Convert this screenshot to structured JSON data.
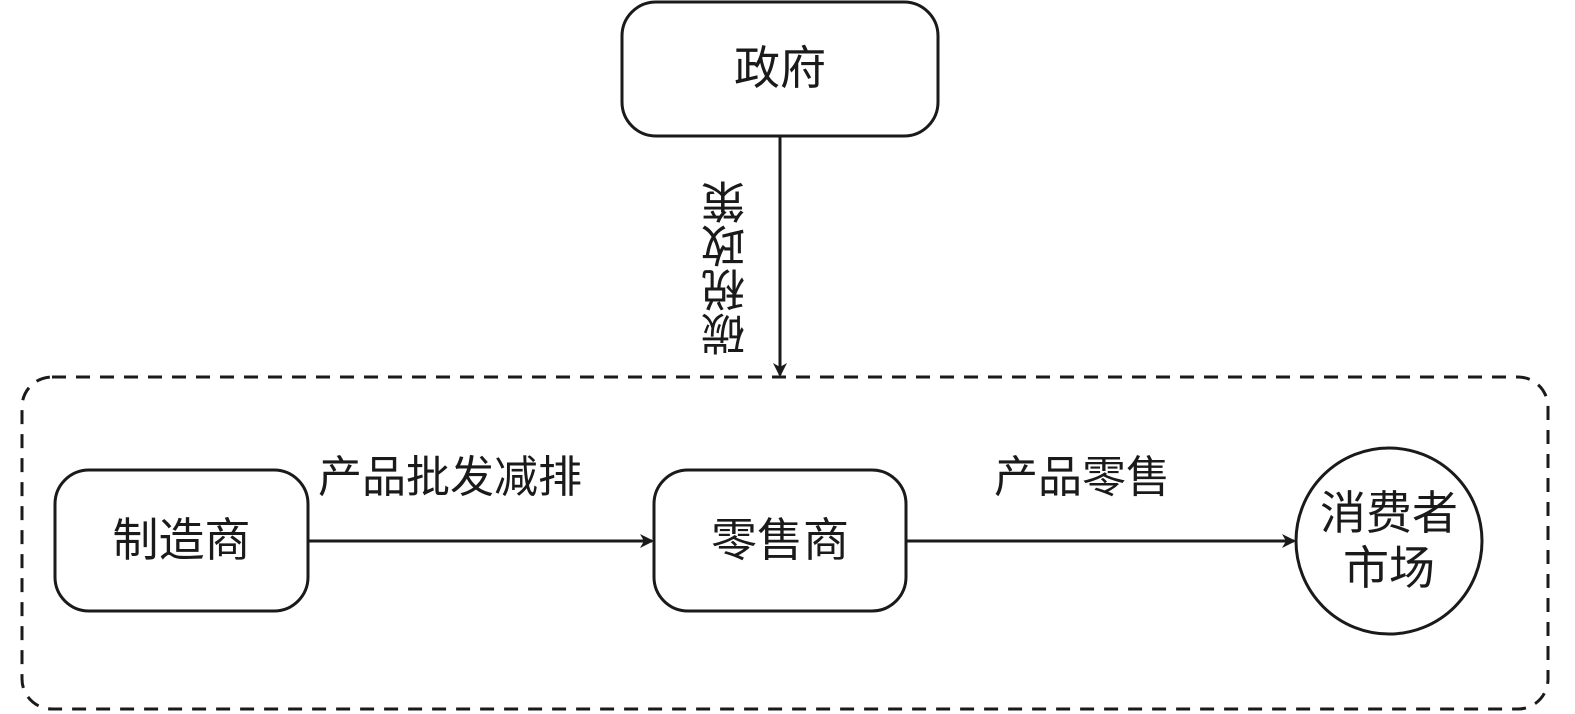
{
  "nodes": {
    "government": "政府",
    "manufacturer": "制造商",
    "retailer": "零售商",
    "consumer_line1": "消费者",
    "consumer_line2": "市场"
  },
  "edges": {
    "policy": "碳税政策",
    "wholesale": "产品批发减排",
    "retail": "产品零售"
  },
  "colors": {
    "stroke": "#1a1a1a",
    "background": "#ffffff"
  }
}
